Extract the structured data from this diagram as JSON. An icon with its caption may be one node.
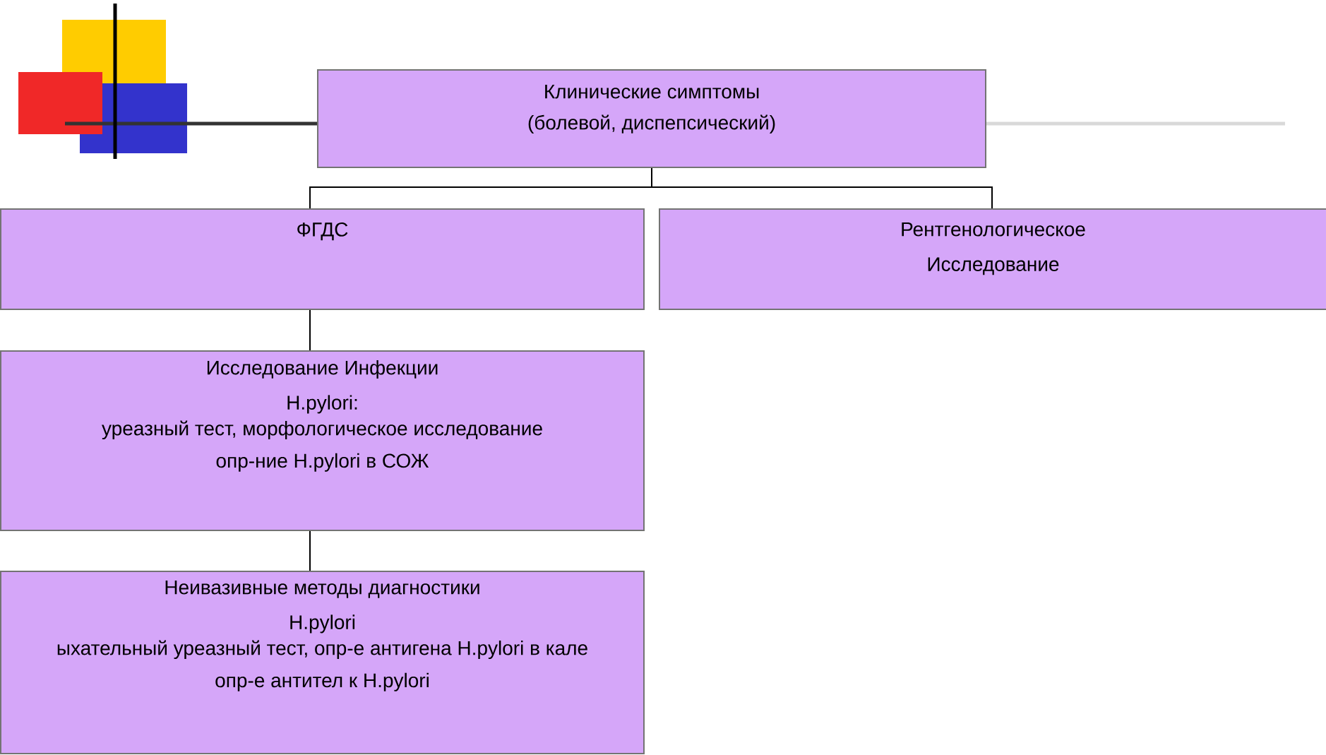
{
  "diagram": {
    "nodes": [
      {
        "text": [
          "Клинические симптомы",
          "(болевой, диспепсический)"
        ]
      },
      {
        "text": [
          "ФГДС"
        ]
      },
      {
        "text": [
          "Рентгенологическое Исследование"
        ]
      },
      {
        "text": [
          "Исследование Инфекции H.pylori:",
          "уреазный тест, морфологическое исследование",
          "опр-ние H.pylori в СОЖ"
        ]
      },
      {
        "text": [
          "Неивазивные методы диагностики H.pylori",
          "ыхательный уреазный тест, опр-е антигена H.pylori в кале",
          "опр-е антител к H.pylori"
        ]
      }
    ],
    "edges": [
      {
        "from": 0,
        "to": 1,
        "arrow": "none"
      },
      {
        "from": 0,
        "to": 2,
        "arrow": "none"
      },
      {
        "from": 1,
        "to": 3,
        "arrow": "none"
      },
      {
        "from": 3,
        "to": 4,
        "arrow": "none"
      }
    ]
  }
}
